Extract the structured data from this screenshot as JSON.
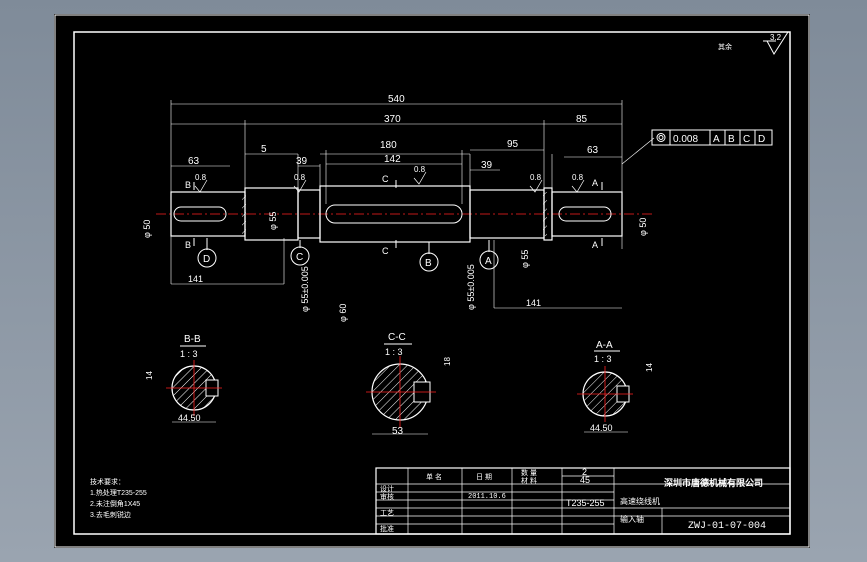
{
  "drawing": {
    "roughness": {
      "label": "其余",
      "value": "3.2"
    },
    "dimensions": {
      "overall": "540",
      "d370": "370",
      "d85": "85",
      "d95": "95",
      "d63_left": "63",
      "d63_right": "63",
      "d5": "5",
      "d39_left": "39",
      "d39_right": "39",
      "d180": "180",
      "d142": "142",
      "d141_left": "141",
      "d141_right": "141",
      "dia50_left": "φ 50",
      "dia50_right": "φ 50",
      "dia55_left": "φ 55",
      "dia55_right": "φ 55",
      "dia55_c": "φ 55±0.005",
      "dia55_a": "φ 55±0.005",
      "dia60": "φ 60",
      "roughness_08": "0.8"
    },
    "tolerance_frame": {
      "value": "0.008",
      "datums": [
        "A",
        "B",
        "C",
        "D"
      ]
    },
    "datum_labels": {
      "D": "D",
      "C": "C",
      "B": "B",
      "A": "A"
    },
    "section_markers": {
      "B": "B",
      "C": "C",
      "A": "A"
    },
    "sections": [
      {
        "title": "B-B",
        "scale": "1 : 3",
        "width_dim": "44.50",
        "depth_dim": "14"
      },
      {
        "title": "C-C",
        "scale": "1 : 3",
        "width_dim": "53",
        "depth_dim": "18"
      },
      {
        "title": "A-A",
        "scale": "1 : 3",
        "width_dim": "44.50",
        "depth_dim": "14"
      }
    ]
  },
  "notes": {
    "title": "技术要求：",
    "lines": [
      "1.热处理T235-255",
      "2.未注倒角1X45",
      "3.去毛刺锐边"
    ]
  },
  "title_block": {
    "company": "深圳市唐德机械有限公司",
    "quantity": "2",
    "material_grade": "45",
    "date": "2011.10.6",
    "hardness": "T235-255",
    "drawing_number": "ZWJ-01-07-004",
    "part_name": "输入轴",
    "product": "高速绕线机",
    "row_labels": [
      "设计",
      "审核",
      "工艺",
      "批准"
    ],
    "header_labels": [
      "单 名",
      "日 期",
      "数 量",
      "材 料"
    ]
  },
  "colors": {
    "line": "#ffffff",
    "centerline": "#ff2020",
    "hatch": "#ffffff",
    "background": "#000000"
  }
}
